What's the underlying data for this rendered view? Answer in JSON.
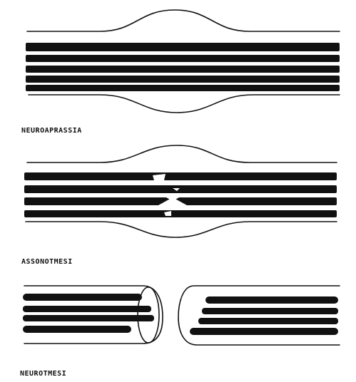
{
  "panels": [
    {
      "id": "neuroaprassia",
      "label": "NEUROAPRASSIA"
    },
    {
      "id": "assonotmesi",
      "label": "ASSONOTMESI"
    },
    {
      "id": "neurotmesi",
      "label": "NEUROTMESI"
    }
  ]
}
